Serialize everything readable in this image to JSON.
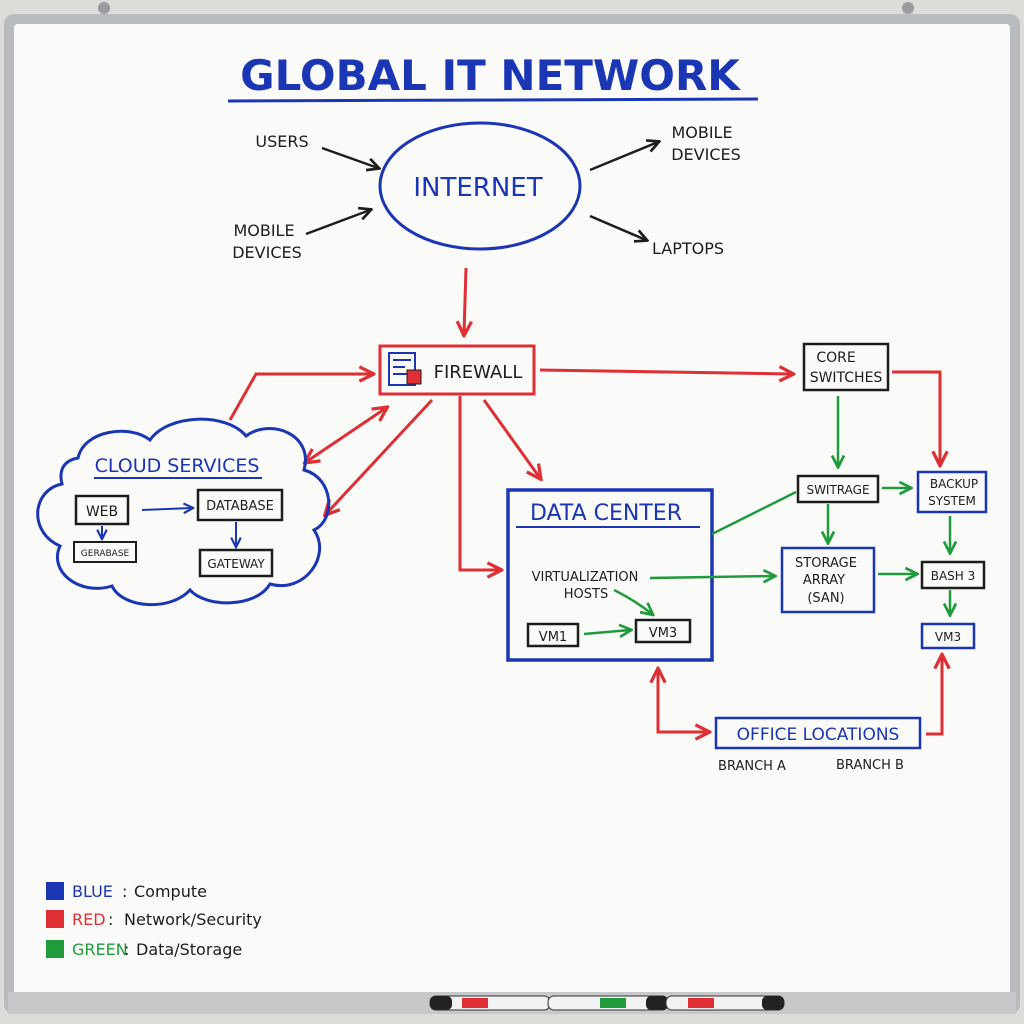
{
  "colors": {
    "blue": "#1b36b4",
    "red": "#de2f35",
    "green": "#1f9b3c",
    "black": "#1d1d1d",
    "board": "#fafaf8",
    "frame": "#b9bcbf"
  },
  "title": "GLOBAL IT NETWORK",
  "internet": {
    "label": "INTERNET"
  },
  "clients": {
    "users": "USERS",
    "mobile_left_1": "MOBILE",
    "mobile_left_2": "DEVICES",
    "mobile_right_1": "MOBILE",
    "mobile_right_2": "DEVICES",
    "laptops": "LAPTOPS"
  },
  "firewall": {
    "label": "FIREWALL",
    "icon": "firewall-icon"
  },
  "core_switches": {
    "line1": "CORE",
    "line2": "SWITCHES"
  },
  "cloud": {
    "title": "CLOUD SERVICES",
    "web": "WEB",
    "database": "DATABASE",
    "gerabase": "GERABASE",
    "gateway": "GATEWAY"
  },
  "data_center": {
    "title": "DATA CENTER",
    "virt_line1": "VIRTUALIZATION",
    "virt_line2": "HOSTS",
    "vm1": "VM1",
    "vm3": "VM3"
  },
  "storage": {
    "switrage": "SWITRAGE",
    "backup_line1": "BACKUP",
    "backup_line2": "SYSTEM",
    "array_line1": "STORAGE",
    "array_line2": "ARRAY",
    "array_line3": "(SAN)",
    "bash3": "BASH 3",
    "vm3": "VM3"
  },
  "office": {
    "title": "OFFICE LOCATIONS",
    "branch_a": "BRANCH A",
    "branch_b": "BRANCH B"
  },
  "legend": [
    {
      "key": "BLUE",
      "sep": ":",
      "desc": "Compute",
      "color": "#1b36b4"
    },
    {
      "key": "RED",
      "sep": ":",
      "desc": "Network/Security",
      "color": "#de2f35"
    },
    {
      "key": "GREEN",
      "sep": ":",
      "desc": "Data/Storage",
      "color": "#1f9b3c"
    }
  ]
}
